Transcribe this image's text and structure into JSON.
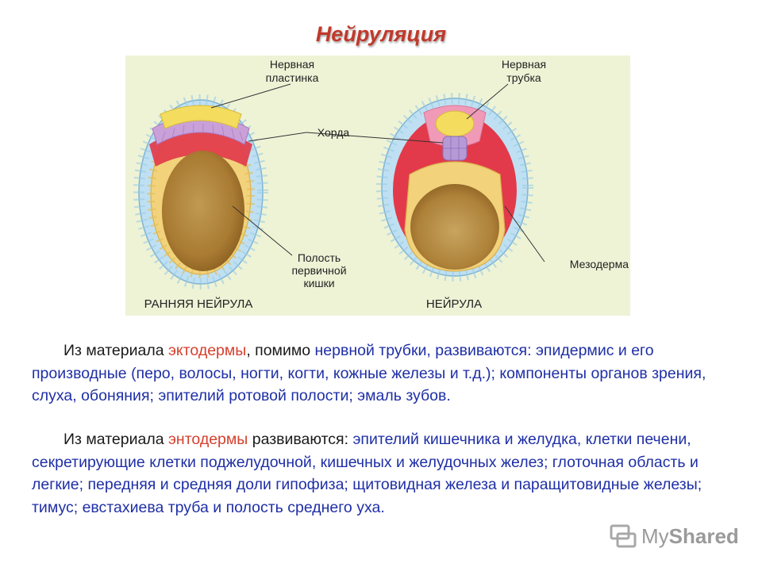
{
  "title": "Нейруляция",
  "figure": {
    "label_plate_line1": "Нервная",
    "label_plate_line2": "пластинка",
    "label_tube_line1": "Нервная",
    "label_tube_line2": "трубка",
    "label_chorda": "Хорда",
    "label_cavity_line1": "Полость",
    "label_cavity_line2": "первичной",
    "label_cavity_line3": "кишки",
    "label_mesoderm": "Мезодерма",
    "caption_left": "РАННЯЯ НЕЙРУЛА",
    "caption_right": "НЕЙРУЛА"
  },
  "paragraph1": {
    "t1": "Из материала ",
    "t2": "эктодермы",
    "t3": ", помимо ",
    "t4": "нервной трубки",
    "t5": ", развиваются: эпидермис и его производные (перо, волосы, ногти, когти, кожные железы и т.д.); компоненты органов зрения, слуха, обоняния; эпителий ротовой полости; эмаль зубов."
  },
  "paragraph2": {
    "t1": "Из материала ",
    "t2": "энтодермы",
    "t3": " развиваются: эпителий кишечника и желудка, клетки печени, секретирующие клетки поджелудочной, кишечных и желудочных желез; глоточная область и легкие; передняя и средняя доли гипофиза; щитовидная железа и паращитовидные железы; тимус; евстахиева труба и полость среднего уха."
  },
  "watermark": {
    "part1": "My",
    "part2": "Shared"
  },
  "colors": {
    "background_panel": "#eef3d6",
    "ectoderm": "#bfe0f2",
    "neural": "#f3dc5e",
    "mesoderm": "#e23a4a",
    "endoderm": "#f2d27a",
    "yolk": "#a87a32",
    "title": "#c0392b",
    "highlight_red": "#d6402e",
    "highlight_blue": "#1f2fa6"
  }
}
